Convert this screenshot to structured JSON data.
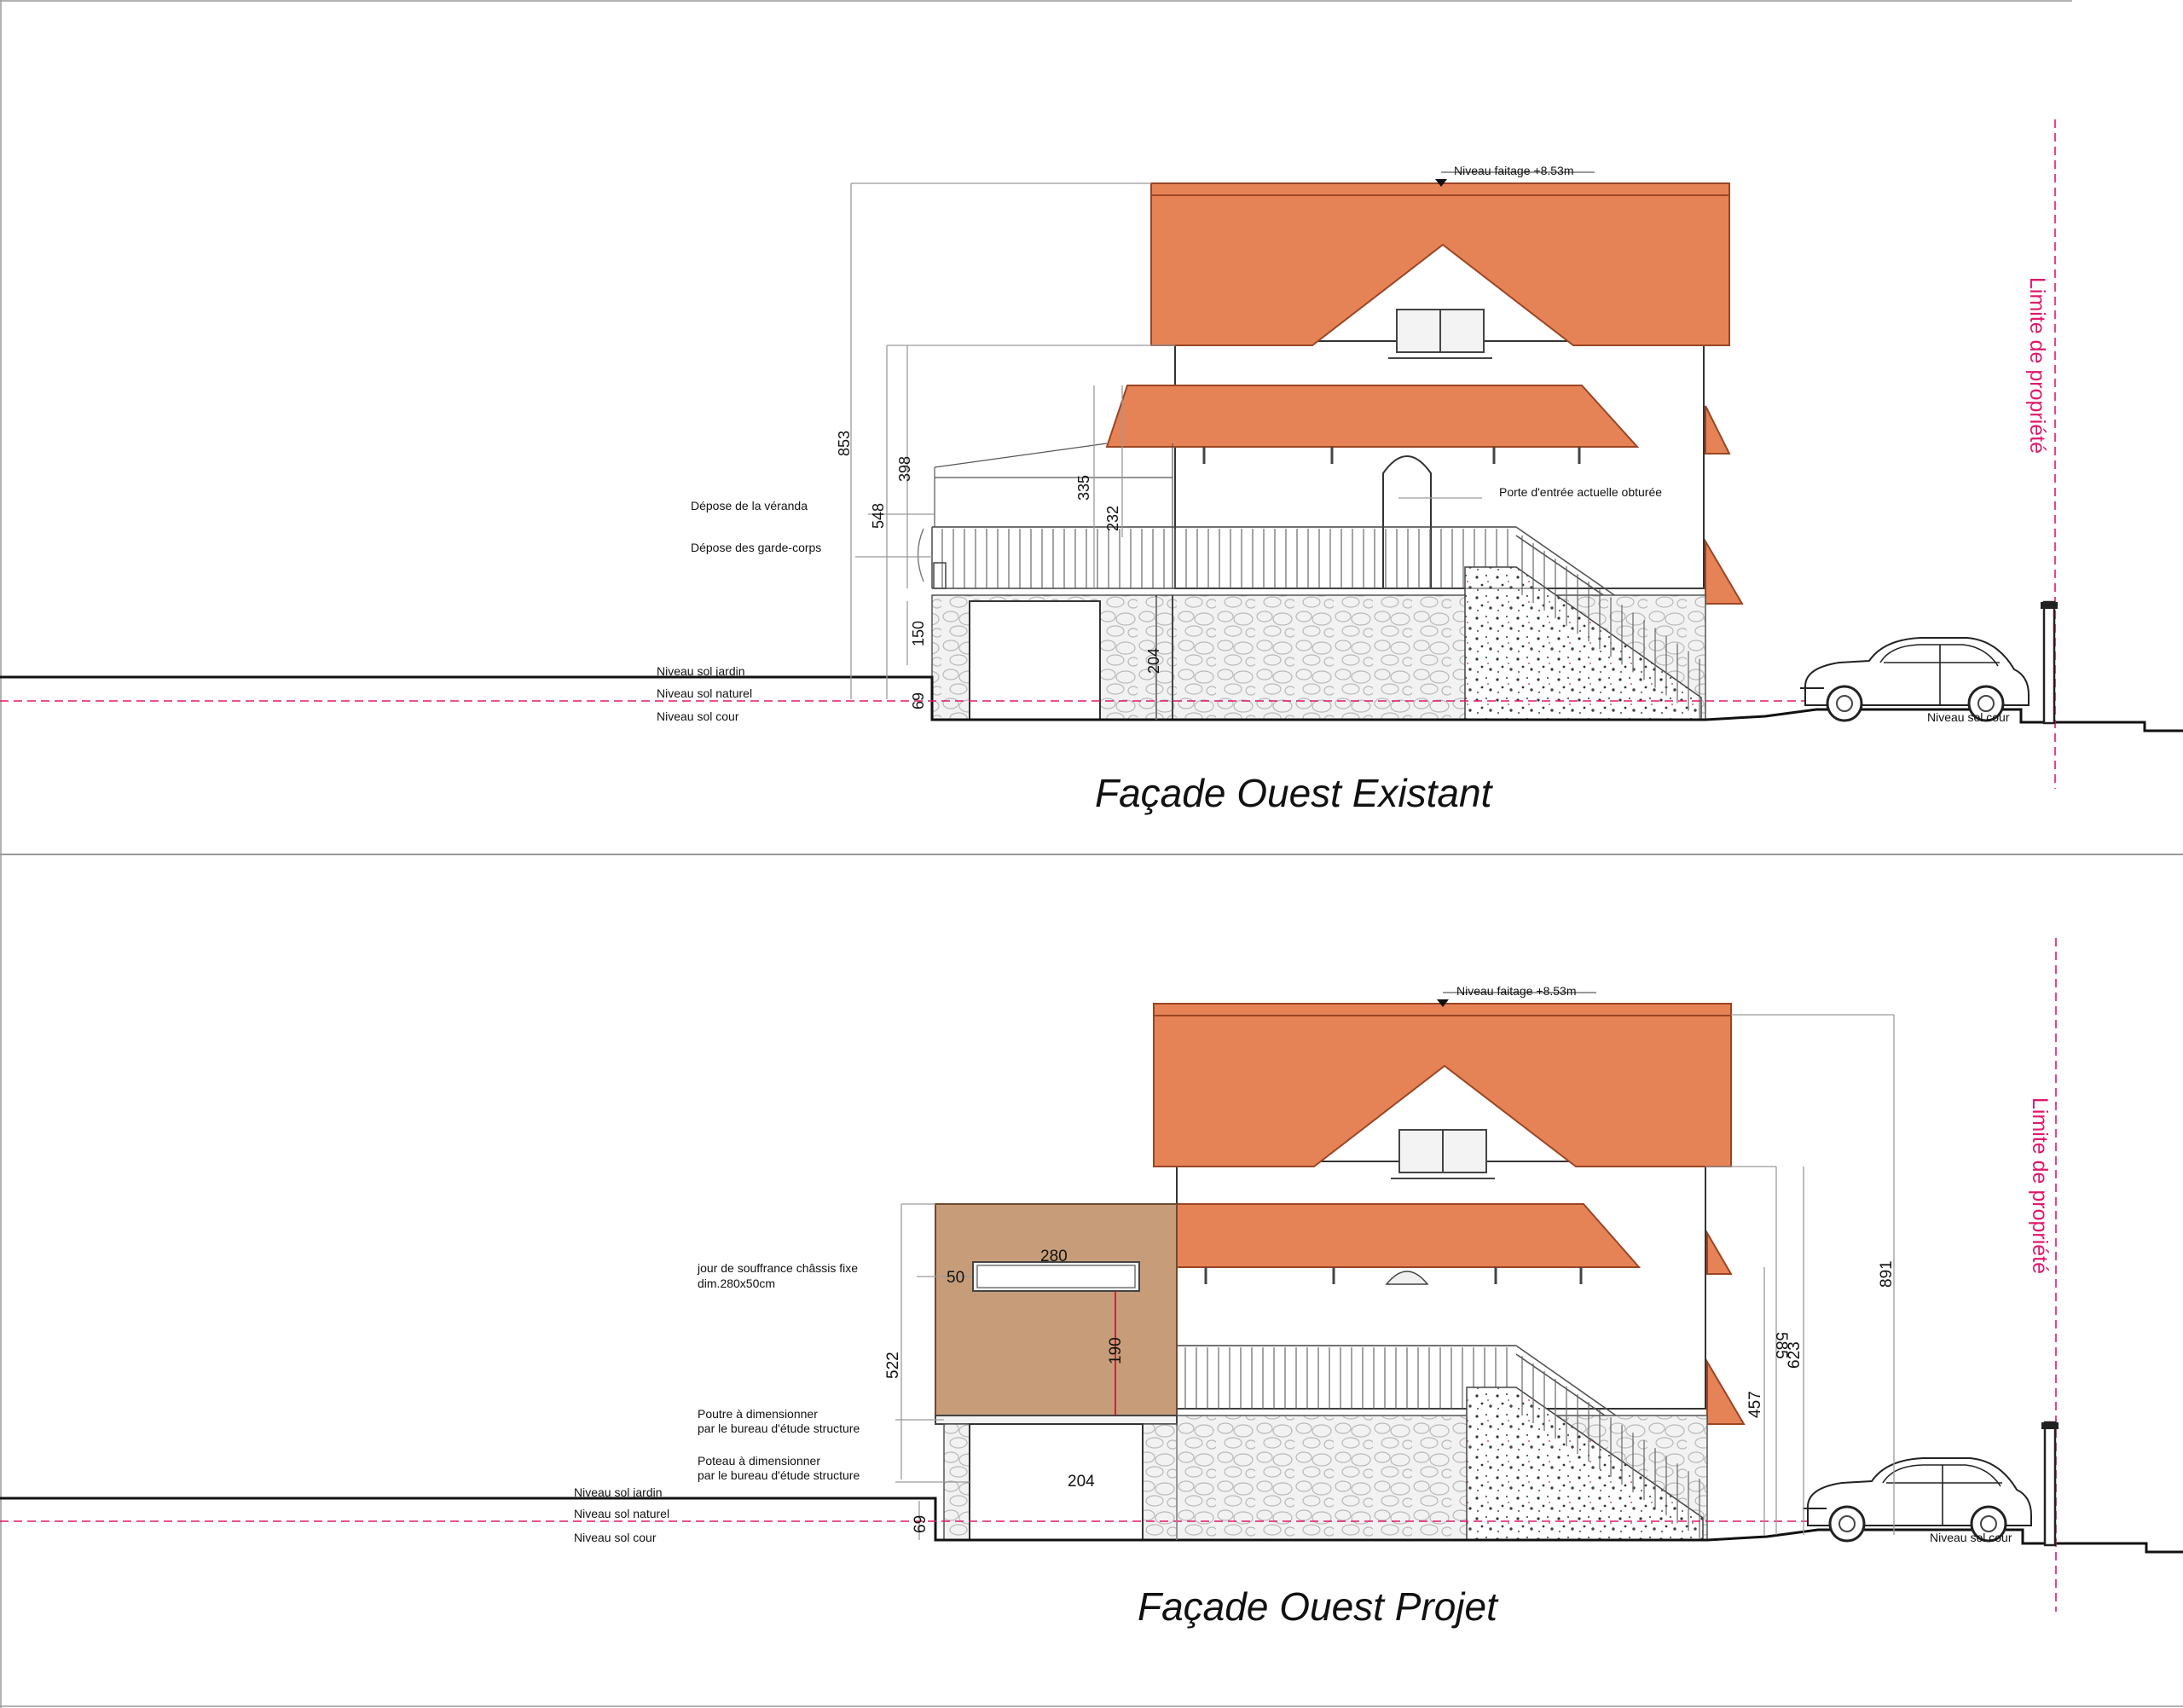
{
  "existing": {
    "title": "Façade Ouest Existant",
    "ridge_level": "Niveau faitage +8.53m",
    "property_limit": "Limite de propriété",
    "notes": {
      "veranda": "Dépose de la véranda",
      "railings": "Dépose des garde-corps",
      "front_door": "Porte d'entrée actuelle obturée",
      "garden_level": "Niveau sol jardin",
      "natural_level": "Niveau sol naturel",
      "yard_level": "Niveau sol cour",
      "yard_level_right": "Niveau sol cour"
    },
    "dims": {
      "total_height": "853",
      "height_548": "548",
      "height_398": "398",
      "height_335": "335",
      "height_232": "232",
      "height_150": "150",
      "height_204": "204",
      "height_69": "69"
    }
  },
  "project": {
    "title": "Façade Ouest Projet",
    "ridge_level": "Niveau faitage +8.53m",
    "property_limit": "Limite de propriété",
    "notes": {
      "window_line1": "jour de souffrance châssis fixe",
      "window_line2": "dim.280x50cm",
      "beam_line1": "Poutre à dimensionner",
      "beam_line2": "par le bureau d'étude structure",
      "post_line1": "Poteau à dimensionner",
      "post_line2": "par le bureau d'étude structure",
      "garden_level": "Niveau sol jardin",
      "natural_level": "Niveau sol naturel",
      "yard_level": "Niveau sol cour",
      "yard_level_right": "Niveau sol cour"
    },
    "dims": {
      "window_width": "280",
      "window_height": "50",
      "height_190": "190",
      "height_522": "522",
      "height_204": "204",
      "height_69": "69",
      "height_457": "457",
      "height_585": "585",
      "height_623": "623",
      "height_891": "891"
    }
  },
  "colors": {
    "roof": "#e68356",
    "wood_cladding": "#c79d79",
    "property_limit": "#e0186c"
  }
}
